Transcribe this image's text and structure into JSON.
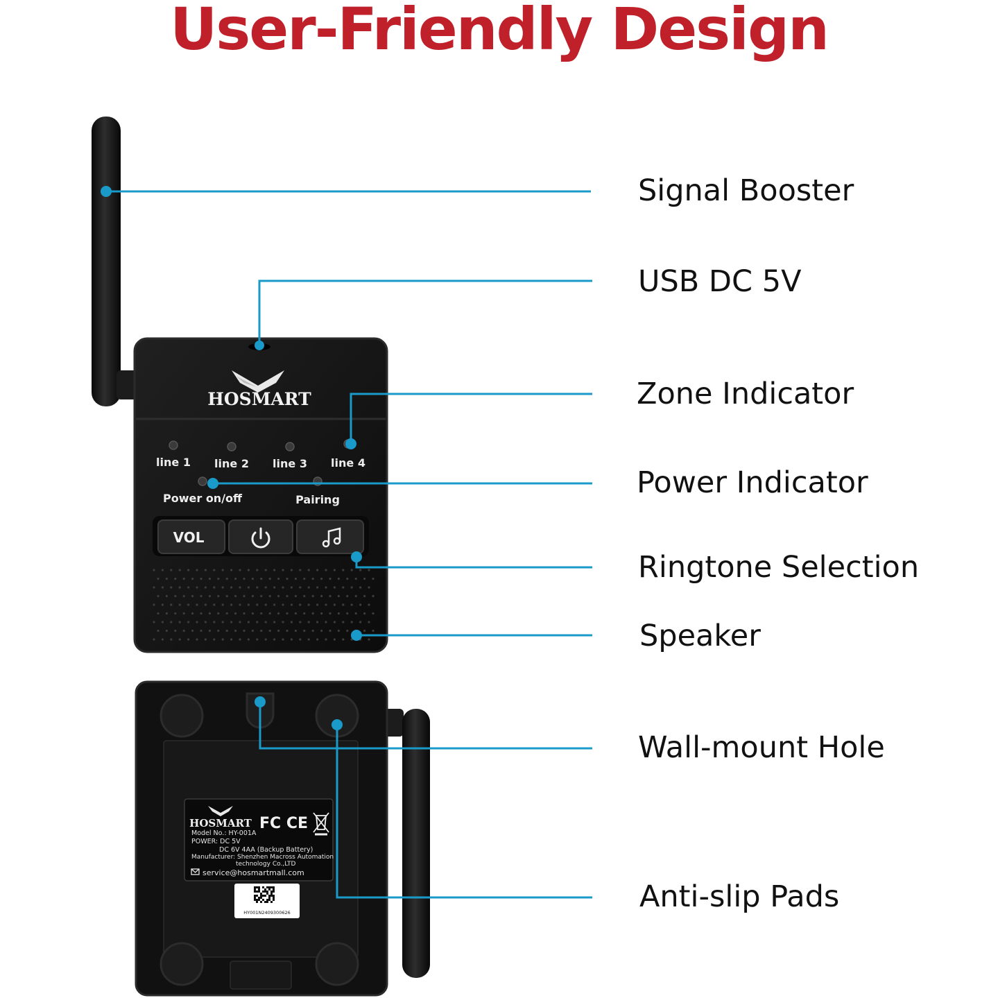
{
  "title": "User-Friendly Design",
  "colors": {
    "title": "#c0202a",
    "callout": "#1a9ac9",
    "device": "#141414",
    "device_edge": "#2a2a2a",
    "device_text": "#f2f2f2"
  },
  "front_panel": {
    "brand": "HOSMART",
    "zones": [
      "line 1",
      "line 2",
      "line 3",
      "line 4"
    ],
    "power_label": "Power on/off",
    "pairing_label": "Pairing",
    "vol_label": "VOL"
  },
  "back_label": {
    "brand": "HOSMART",
    "certs": "FC CE",
    "lines": [
      "Model No.: HY-001A",
      "POWER: DC 5V",
      "DC 6V 4AA (Backup Battery)",
      "Manufacturer: Shenzhen Macross Automation",
      "technology Co.,LTD"
    ],
    "email": "service@hosmartmall.com",
    "serial": "HY001N2409300626"
  },
  "callouts": [
    {
      "id": "signal-booster",
      "label": "Signal Booster"
    },
    {
      "id": "usb-dc-5v",
      "label": "USB DC 5V"
    },
    {
      "id": "zone-indicator",
      "label": "Zone Indicator"
    },
    {
      "id": "power-indicator",
      "label": "Power Indicator"
    },
    {
      "id": "ringtone-selection",
      "label": "Ringtone Selection"
    },
    {
      "id": "speaker",
      "label": "Speaker"
    },
    {
      "id": "wall-mount-hole",
      "label": "Wall-mount Hole"
    },
    {
      "id": "anti-slip-pads",
      "label": "Anti-slip Pads"
    }
  ]
}
